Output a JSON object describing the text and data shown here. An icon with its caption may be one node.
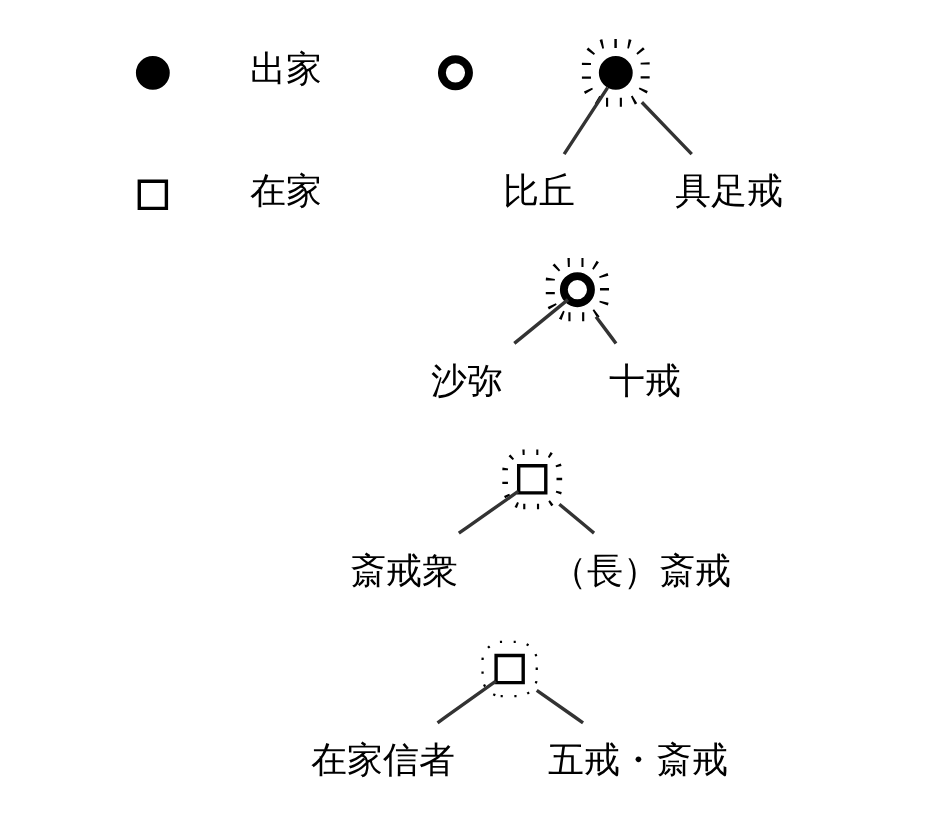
{
  "diagram": {
    "nodes": [
      {
        "text": [],
        "shape": "circle"
      },
      {
        "text": [],
        "shape": "circle"
      },
      {
        "text": [],
        "shape": "box"
      },
      {
        "text": [],
        "shape": "circle"
      },
      {
        "text": [],
        "shape": "circle",
        "in": 3
      },
      {
        "text": [
          "比丘"
        ]
      },
      {
        "text": [
          "具足戒"
        ]
      },
      {
        "text": [],
        "shape": "circle"
      },
      {
        "text": [],
        "shape": "circle",
        "in": 7
      },
      {
        "text": [
          "沙弥"
        ]
      },
      {
        "text": [
          "十戒"
        ]
      },
      {
        "text": [],
        "shape": "circle"
      },
      {
        "text": [],
        "shape": "box",
        "in": 11
      },
      {
        "text": [
          "斎戒衆"
        ]
      },
      {
        "text": [
          "（長）斎戒"
        ]
      },
      {
        "text": [],
        "shape": "circle"
      },
      {
        "text": [],
        "shape": "box",
        "in": 15
      },
      {
        "text": [
          "在家信者"
        ]
      },
      {
        "text": [
          "五戒・斎戒"
        ]
      }
    ],
    "edges": [
      {
        "from": 5,
        "to": 4,
        "arrow": "none"
      },
      {
        "from": 6,
        "to": 3,
        "arrow": "none"
      },
      {
        "from": 9,
        "to": 8,
        "arrow": "none"
      },
      {
        "from": 10,
        "to": 7,
        "arrow": "none"
      },
      {
        "from": 13,
        "to": 12,
        "arrow": "none"
      },
      {
        "from": 14,
        "to": 11,
        "arrow": "none"
      },
      {
        "from": 17,
        "to": 16,
        "arrow": "none"
      },
      {
        "from": 18,
        "to": 15,
        "arrow": "none"
      }
    ],
    "legend": [
      {
        "text": "出家"
      },
      {
        "text": "在家"
      }
    ]
  }
}
